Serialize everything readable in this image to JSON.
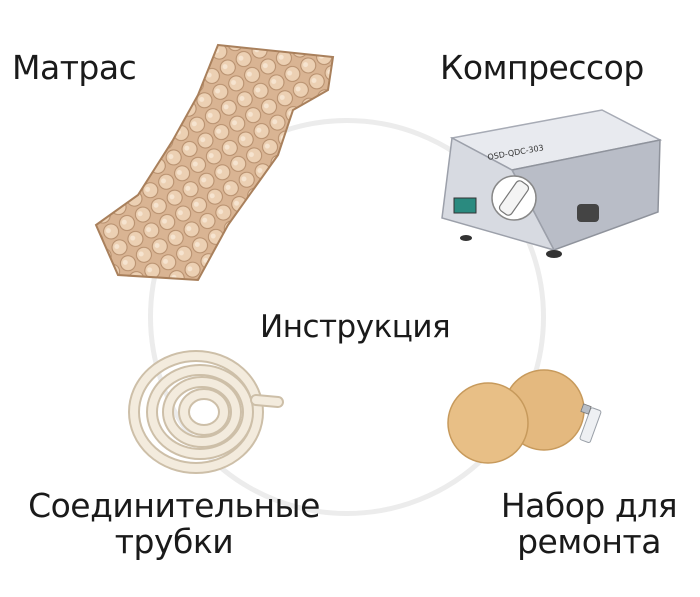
{
  "labels": {
    "mattress": "Матрас",
    "compressor": "Компрессор",
    "instruction": "Инструкция",
    "tubes_line1": "Соединительные",
    "tubes_line2": "трубки",
    "repair_line1": "Набор для",
    "repair_line2": "ремонта"
  },
  "device_label": "OSD-QDC-303",
  "colors": {
    "mattress": "#e2c2a3",
    "compressor_body": "#d9dce3",
    "tube": "#efe6d6",
    "patch": "#e3b77e"
  }
}
